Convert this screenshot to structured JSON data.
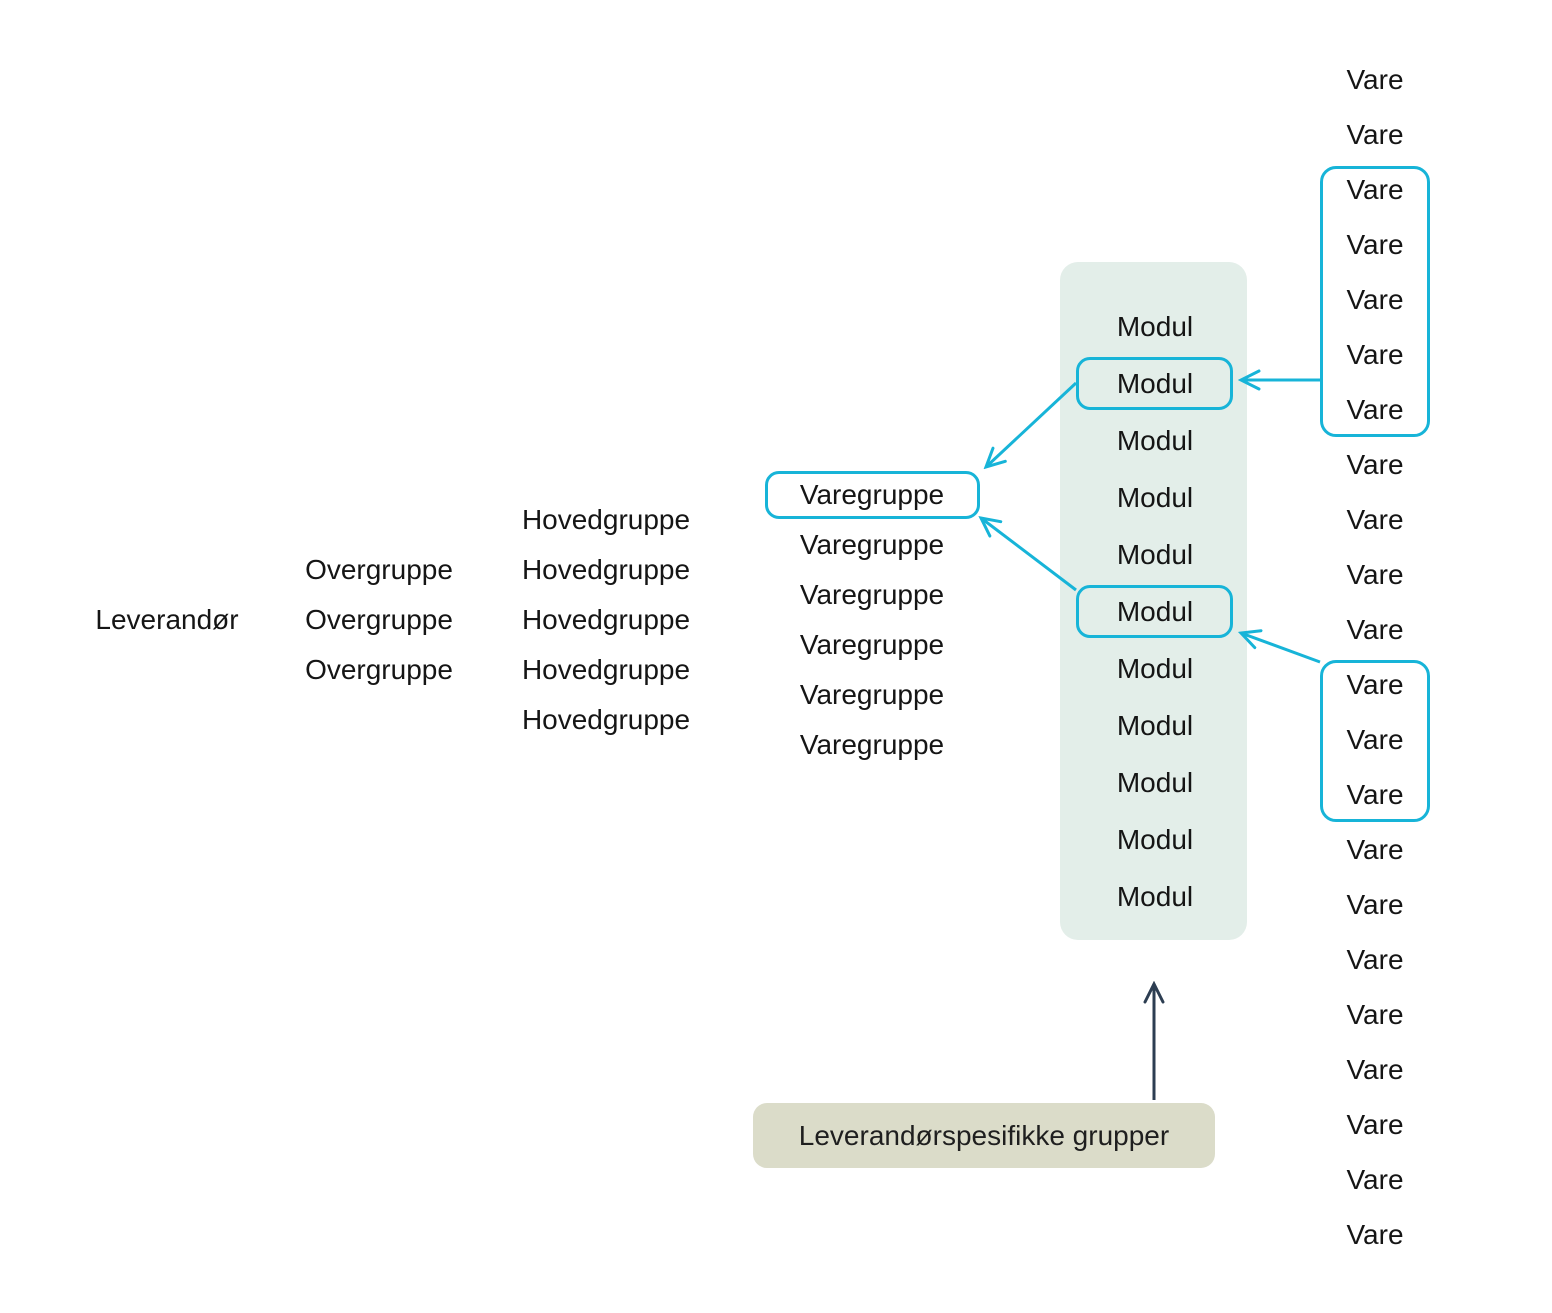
{
  "colors": {
    "background": "#ffffff",
    "text": "#151515",
    "highlight": "#17b4d8",
    "panel_bg": "#e3eee9",
    "annotation_bg": "#dbdcc9",
    "annotation_text": "#1f1f1f",
    "arrow_dark": "#2d3e52"
  },
  "columns": {
    "leverandor": {
      "items": [
        "Leverandør"
      ]
    },
    "overgruppe": {
      "items": [
        "Overgruppe",
        "Overgruppe",
        "Overgruppe"
      ]
    },
    "hovedgruppe": {
      "items": [
        "Hovedgruppe",
        "Hovedgruppe",
        "Hovedgruppe",
        "Hovedgruppe",
        "Hovedgruppe"
      ]
    },
    "varegruppe": {
      "items": [
        "Varegruppe",
        "Varegruppe",
        "Varegruppe",
        "Varegruppe",
        "Varegruppe",
        "Varegruppe"
      ],
      "highlighted_items": [
        0
      ]
    },
    "modul": {
      "items": [
        "Modul",
        "Modul",
        "Modul",
        "Modul",
        "Modul",
        "Modul",
        "Modul",
        "Modul",
        "Modul",
        "Modul",
        "Modul"
      ],
      "highlighted_items": [
        1,
        5
      ]
    },
    "vare": {
      "items": [
        "Vare",
        "Vare",
        "Vare",
        "Vare",
        "Vare",
        "Vare",
        "Vare",
        "Vare",
        "Vare",
        "Vare",
        "Vare",
        "Vare",
        "Vare",
        "Vare",
        "Vare",
        "Vare",
        "Vare",
        "Vare",
        "Vare",
        "Vare",
        "Vare",
        "Vare"
      ],
      "highlighted_groups": [
        [
          2,
          6
        ],
        [
          11,
          13
        ]
      ]
    }
  },
  "annotation": {
    "label": "Leverandørspesifikke grupper"
  },
  "connections": [
    {
      "from": "vare-group-1",
      "to": "modul-highlight-1"
    },
    {
      "from": "vare-group-2",
      "to": "modul-highlight-2"
    },
    {
      "from": "modul-highlight-1",
      "to": "varegruppe-highlight"
    },
    {
      "from": "modul-highlight-2",
      "to": "varegruppe-highlight"
    },
    {
      "from": "annotation",
      "to": "modul-panel"
    }
  ]
}
